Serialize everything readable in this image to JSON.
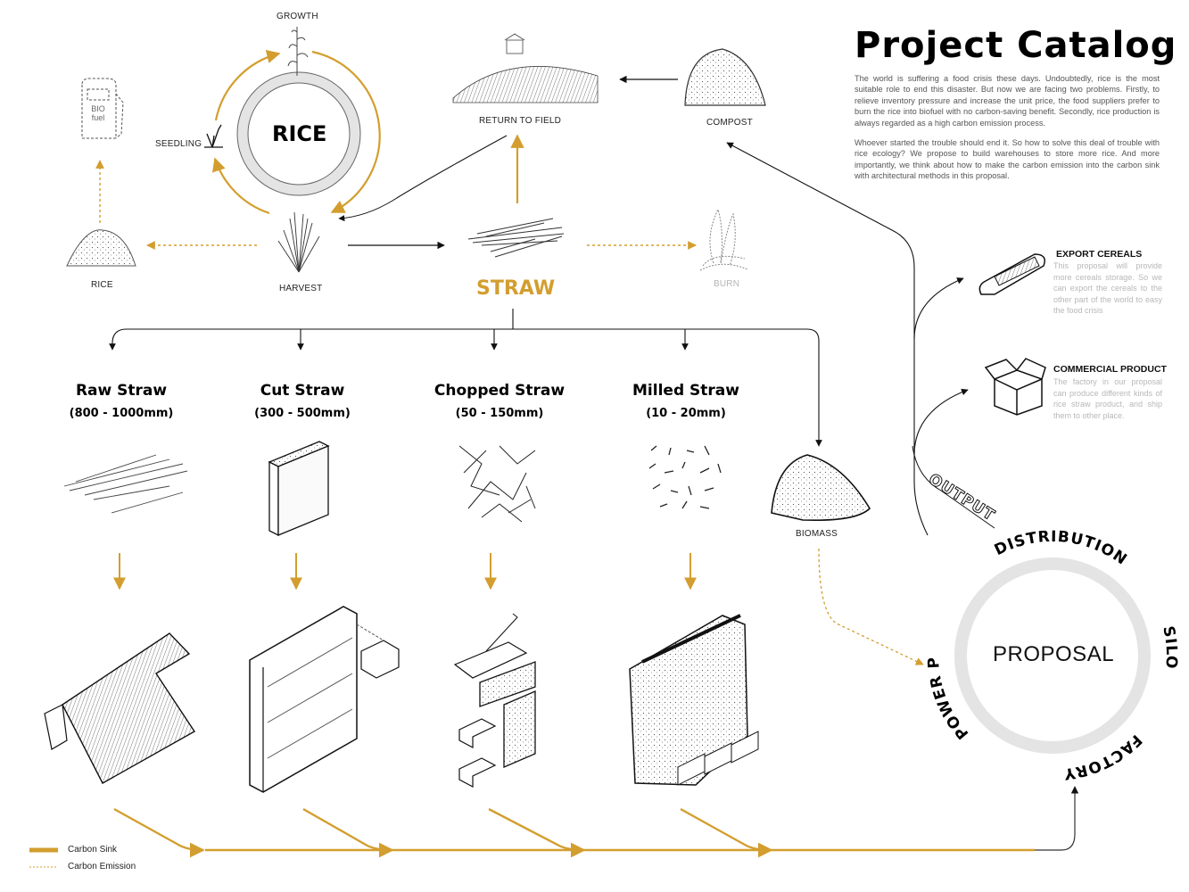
{
  "header": {
    "title": "Project Catalog",
    "paragraphs": [
      "The world is suffering a food crisis these days. Undoubtedly, rice is the most suitable role to end this disaster. But now we are facing two problems. Firstly, to relieve inventory pressure and increase the unit price, the food suppliers prefer to burn the rice into biofuel with no carbon-saving benefit. Secondly, rice production is always regarded as a high carbon emission process.",
      "Whoever started the trouble should end it. So how to solve this deal of trouble with rice ecology? We propose to build warehouses to store more rice. And more importantly, we think about how to make the carbon emission into the carbon sink with architectural methods in this proposal."
    ]
  },
  "cycle": {
    "center": "RICE",
    "growth": "GROWTH",
    "seedling": "SEEDLING",
    "harvest": "HARVEST",
    "rice": "RICE",
    "biofuel_top": "BIO",
    "biofuel_bottom": "fuel"
  },
  "straw_flow": {
    "straw": "STRAW",
    "return_to_field": "RETURN TO FIELD",
    "compost": "COMPOST",
    "burn": "BURN",
    "biomass": "BIOMASS"
  },
  "categories": [
    {
      "title": "Raw Straw",
      "range": "(800 - 1000mm)"
    },
    {
      "title": "Cut Straw",
      "range": "(300 - 500mm)"
    },
    {
      "title": "Chopped Straw",
      "range": "(50 - 150mm)"
    },
    {
      "title": "Milled Straw",
      "range": "(10 - 20mm)"
    }
  ],
  "outputs": {
    "label": "OUTPUT",
    "items": [
      {
        "heading": "EXPORT CEREALS",
        "text": "This proposal will provide more cereals storage. So we can export the cereals to the other part of the world to easy the food crisis"
      },
      {
        "heading": "COMMERCIAL PRODUCT",
        "text": "The factory in our proposal can produce different kinds of rice straw product, and ship them to other place."
      }
    ]
  },
  "proposal": {
    "center": "PROPOSAL",
    "segments": [
      "DISTRIBUTION",
      "SILO",
      "FACTORY",
      "POWER PLANT"
    ]
  },
  "legend": [
    {
      "label": "Carbon Sink",
      "style": "solid"
    },
    {
      "label": "Carbon Emission",
      "style": "dotted"
    }
  ],
  "colors": {
    "accent": "#d39e2f",
    "line": "#111111",
    "ring": "#e4e4e4",
    "muted": "#b5b5b5"
  }
}
